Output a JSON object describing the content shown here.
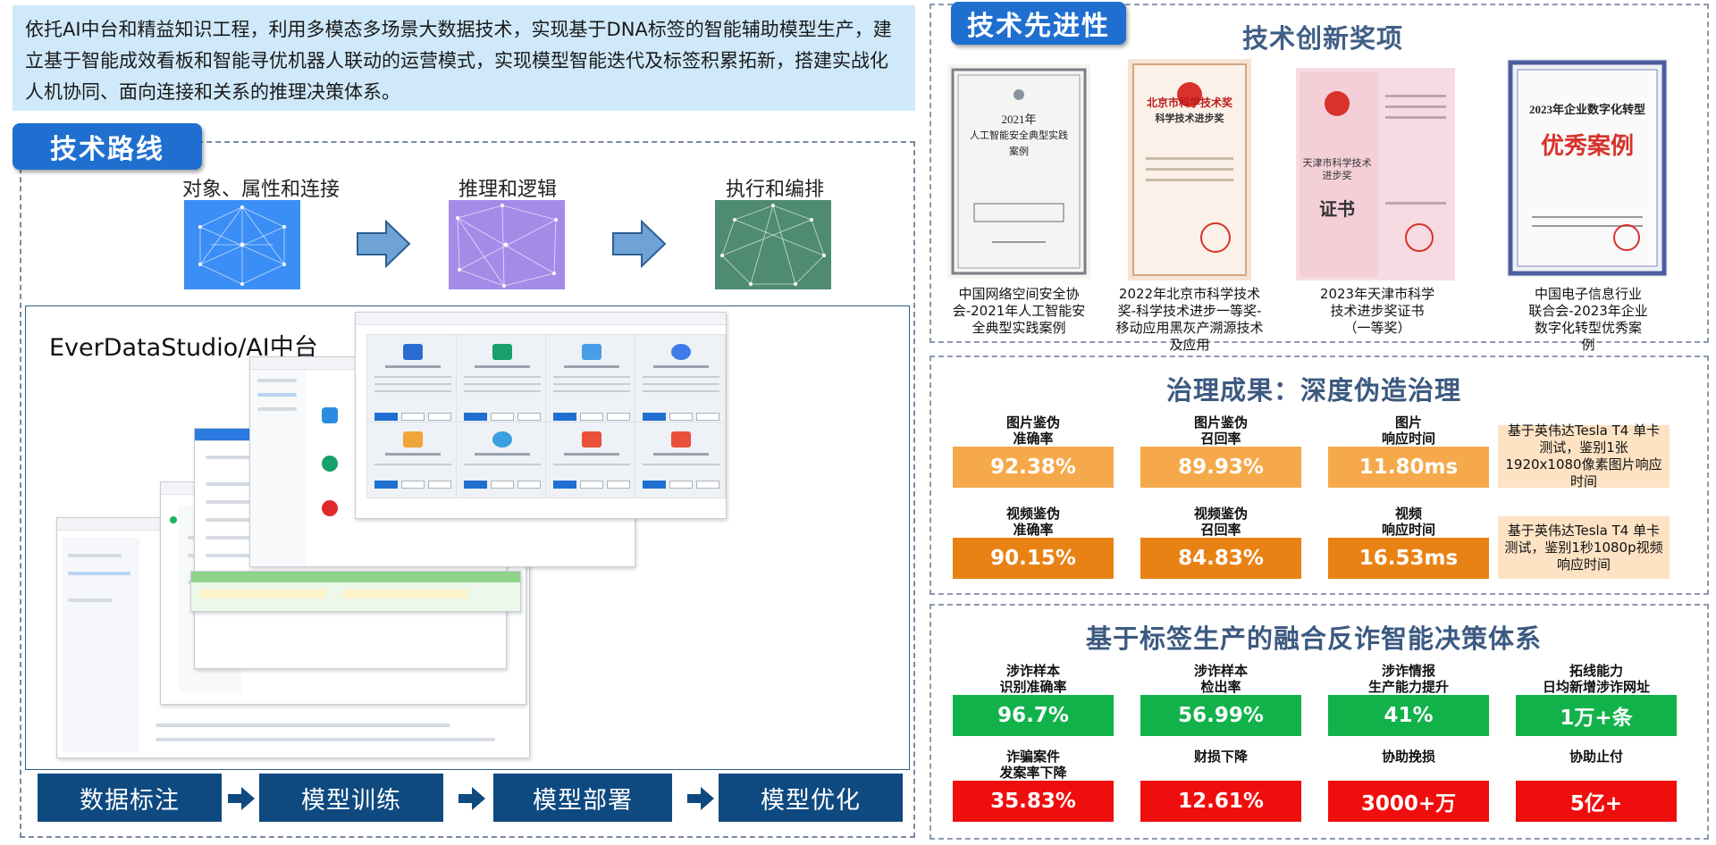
{
  "intro": {
    "text": "依托AI中台和精益知识工程，利用多模态多场景大数据技术，实现基于DNA标签的智能辅助模型生产，建立基于智能成效看板和智能寻优机器人联动的运营模式，实现模型智能迭代及标签积累拓新，搭建实战化人机协同、面向连接和关系的推理决策体系。"
  },
  "route": {
    "badge": "技术路线",
    "steps": [
      "对象、属性和连接",
      "推理和逻辑",
      "执行和编排"
    ],
    "studio_title": "EverDataStudio/AI中台",
    "flow": [
      "数据标注",
      "模型训练",
      "模型部署",
      "模型优化"
    ]
  },
  "advancement": {
    "badge": "技术先进性",
    "awards_title": "技术创新奖项",
    "certs": [
      {
        "caption": "中国网络空间安全协会-2021年人工智能安全典型实践案例",
        "head": "2021年",
        "sub": "人工智能安全典型实践案例"
      },
      {
        "caption": "2022年北京市科学技术奖-科学技术进步一等奖-移动应用黑灰产溯源技术及应用",
        "head": "北京市科学技术奖",
        "sub": "科学技术进步奖"
      },
      {
        "caption": "2023年天津市科学技术进步奖证书（一等奖）",
        "head": "天津市科学技术进步奖",
        "sub": "证书"
      },
      {
        "caption": "中国电子信息行业联合会-2023年企业数字化转型优秀案例",
        "head": "2023年企业数字化转型",
        "sub": "优秀案例"
      }
    ]
  },
  "governance": {
    "title": "治理成果：深度伪造治理",
    "rows": [
      {
        "metrics": [
          {
            "label1": "图片鉴伪",
            "label2": "准确率",
            "value": "92.38%"
          },
          {
            "label1": "图片鉴伪",
            "label2": "召回率",
            "value": "89.93%"
          },
          {
            "label1": "图片",
            "label2": "响应时间",
            "value": "11.80ms"
          }
        ],
        "note": "基于英伟达Tesla T4 单卡测试，鉴别1张1920x1080像素图片响应时间"
      },
      {
        "metrics": [
          {
            "label1": "视频鉴伪",
            "label2": "准确率",
            "value": "90.15%"
          },
          {
            "label1": "视频鉴伪",
            "label2": "召回率",
            "value": "84.83%"
          },
          {
            "label1": "视频",
            "label2": "响应时间",
            "value": "16.53ms"
          }
        ],
        "note": "基于英伟达Tesla T4 单卡测试，鉴别1秒1080p视频响应时间"
      }
    ],
    "colors": {
      "light": "#f5a94a",
      "dark": "#e98214"
    }
  },
  "anti_fraud": {
    "title": "基于标签生产的融合反诈智能决策体系",
    "rows": [
      [
        {
          "label1": "涉诈样本",
          "label2": "识别准确率",
          "value": "96.7%"
        },
        {
          "label1": "涉诈样本",
          "label2": "检出率",
          "value": "56.99%"
        },
        {
          "label1": "涉诈情报",
          "label2": "生产能力提升",
          "value": "41%"
        },
        {
          "label1": "拓线能力",
          "label2": "日均新增涉诈网址",
          "value": "1万+条"
        }
      ],
      [
        {
          "label1": "诈骗案件",
          "label2": "发案率下降",
          "value": "35.83%"
        },
        {
          "label1": "",
          "label2": "财损下降",
          "value": "12.61%"
        },
        {
          "label1": "",
          "label2": "协助挽损",
          "value": "3000+万"
        },
        {
          "label1": "",
          "label2": "协助止付",
          "value": "5亿+"
        }
      ]
    ],
    "colors": {
      "green": "#12b24b",
      "red": "#f00d0d"
    }
  }
}
